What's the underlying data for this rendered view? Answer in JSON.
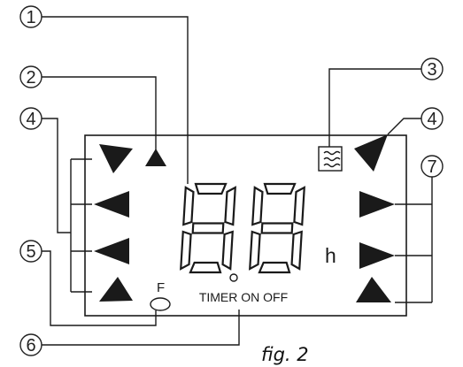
{
  "callouts": [
    {
      "label": "1"
    },
    {
      "label": "2"
    },
    {
      "label": "3"
    },
    {
      "label": "4"
    },
    {
      "label": "4"
    },
    {
      "label": "5"
    },
    {
      "label": "7"
    },
    {
      "label": "6"
    }
  ],
  "display": {
    "digits": "88",
    "timer_label": "TIMER ON OFF",
    "fahrenheit_mark": "F",
    "hours_unit": "h",
    "dot": "o"
  },
  "icons": {
    "heater": "heater-waves-icon",
    "arrows": [
      "arrow-down-right",
      "arrow-up",
      "arrow-left",
      "arrow-left",
      "arrow-up-right",
      "arrow-down-left",
      "arrow-right",
      "arrow-right",
      "arrow-up-left"
    ]
  },
  "caption": "fig. 2",
  "colors": {
    "ink": "#1a1a1a",
    "background": "#ffffff"
  }
}
